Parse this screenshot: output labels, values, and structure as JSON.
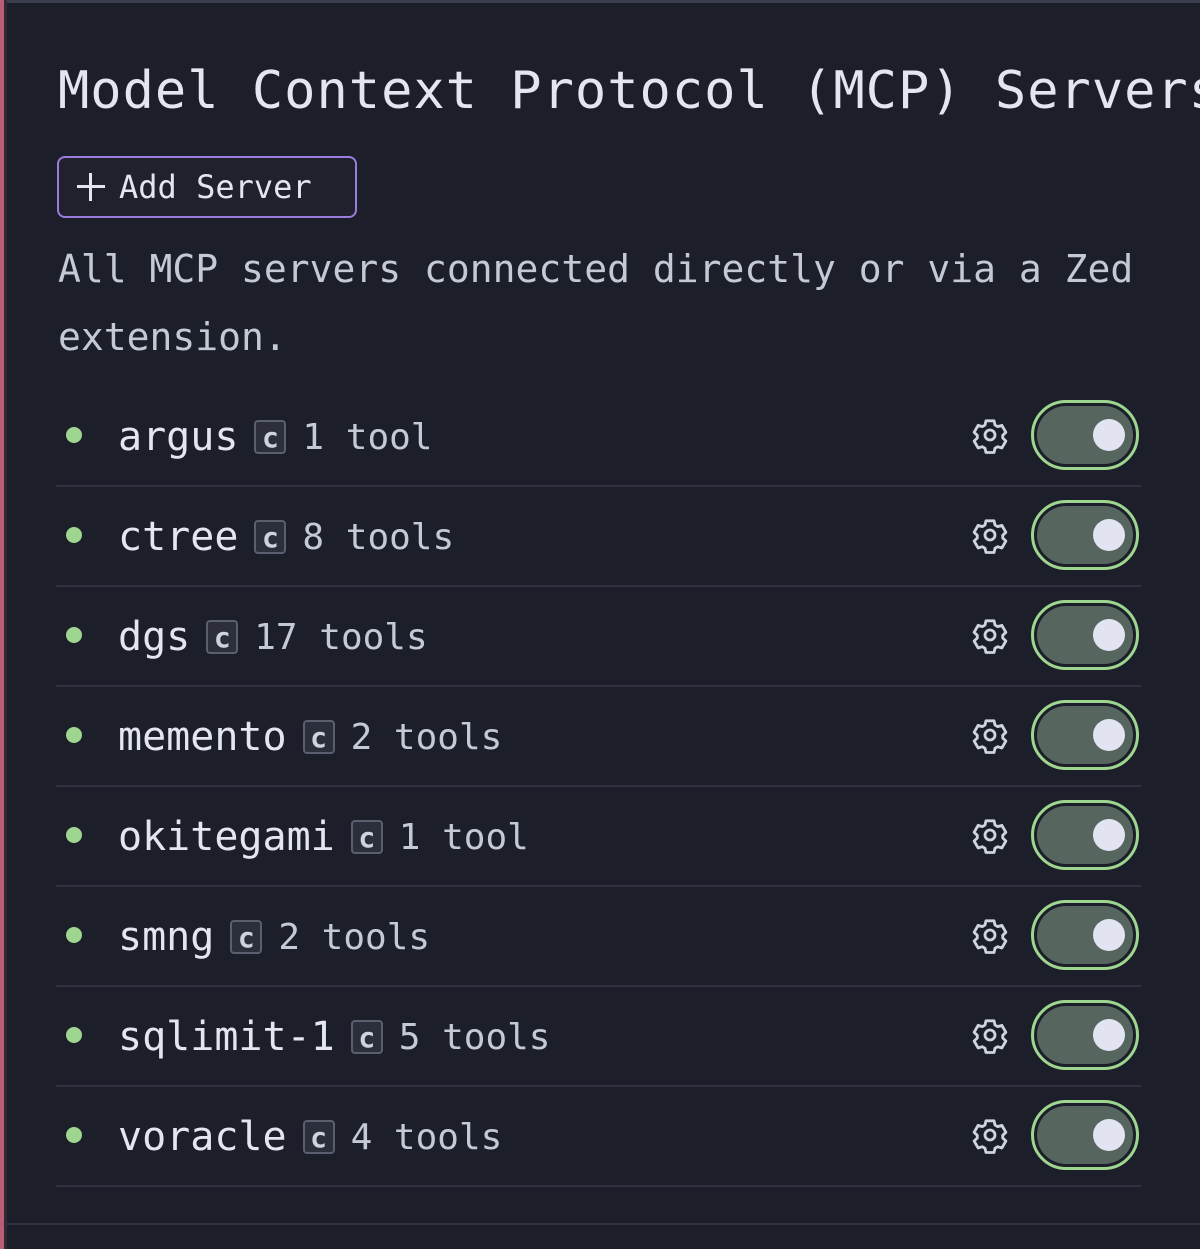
{
  "panel": {
    "title": "Model Context Protocol (MCP) Servers",
    "add_button_label": "Add Server",
    "description": "All MCP servers connected directly or via a Zed extension."
  },
  "colors": {
    "status_dot": "#9fd68f",
    "toggle_border": "#9fd68f",
    "add_button_border": "#9a7be0",
    "background": "#1c1e2a"
  },
  "servers": [
    {
      "name": "argus",
      "badge": "c",
      "tools": "1 tool",
      "enabled": true
    },
    {
      "name": "ctree",
      "badge": "c",
      "tools": "8 tools",
      "enabled": true
    },
    {
      "name": "dgs",
      "badge": "c",
      "tools": "17 tools",
      "enabled": true
    },
    {
      "name": "memento",
      "badge": "c",
      "tools": "2 tools",
      "enabled": true
    },
    {
      "name": "okitegami",
      "badge": "c",
      "tools": "1 tool",
      "enabled": true
    },
    {
      "name": "smng",
      "badge": "c",
      "tools": "2 tools",
      "enabled": true
    },
    {
      "name": "sqlimit-1",
      "badge": "c",
      "tools": "5 tools",
      "enabled": true
    },
    {
      "name": "voracle",
      "badge": "c",
      "tools": "4 tools",
      "enabled": true
    }
  ]
}
